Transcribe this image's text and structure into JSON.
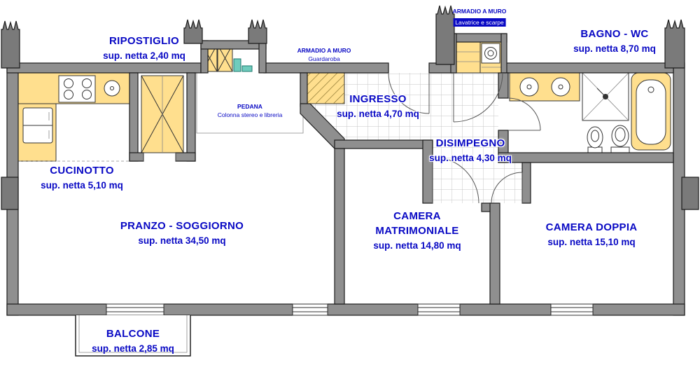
{
  "colors": {
    "wall": "#8f8f8f",
    "wall_dark": "#7a7a7a",
    "furniture": "#ffdf8e",
    "label": "#0808c4",
    "accent": "#6fccbd"
  },
  "rooms": {
    "ripostiglio": {
      "name": "RIPOSTIGLIO",
      "area": "sup. netta 2,40 mq"
    },
    "cucinotto": {
      "name": "CUCINOTTO",
      "area": "sup. netta 5,10 mq"
    },
    "pranzo_soggiorno": {
      "name": "PRANZO - SOGGIORNO",
      "area": "sup. netta 34,50 mq"
    },
    "ingresso": {
      "name": "INGRESSO",
      "area": "sup. netta 4,70 mq"
    },
    "disimpegno": {
      "name": "DISIMPEGNO",
      "area": "sup. netta 4,30 mq"
    },
    "bagno": {
      "name": "BAGNO - WC",
      "area": "sup. netta 8,70 mq"
    },
    "camera_matrimoniale": {
      "name_line1": "CAMERA",
      "name_line2": "MATRIMONIALE",
      "area": "sup. netta 14,80 mq"
    },
    "camera_doppia": {
      "name": "CAMERA DOPPIA",
      "area": "sup. netta 15,10 mq"
    },
    "balcone": {
      "name": "BALCONE",
      "area": "sup. netta 2,85 mq"
    }
  },
  "annotations": {
    "armadio_guardaroba": {
      "title": "ARMADIO A MURO",
      "subtitle": "Guardaroba"
    },
    "armadio_lavatrice": {
      "title": "ARMADIO A MURO",
      "subtitle": "Lavatrice e scarpe"
    },
    "pedana": {
      "title": "PEDANA",
      "subtitle": "Colonna stereo e libreria"
    }
  }
}
